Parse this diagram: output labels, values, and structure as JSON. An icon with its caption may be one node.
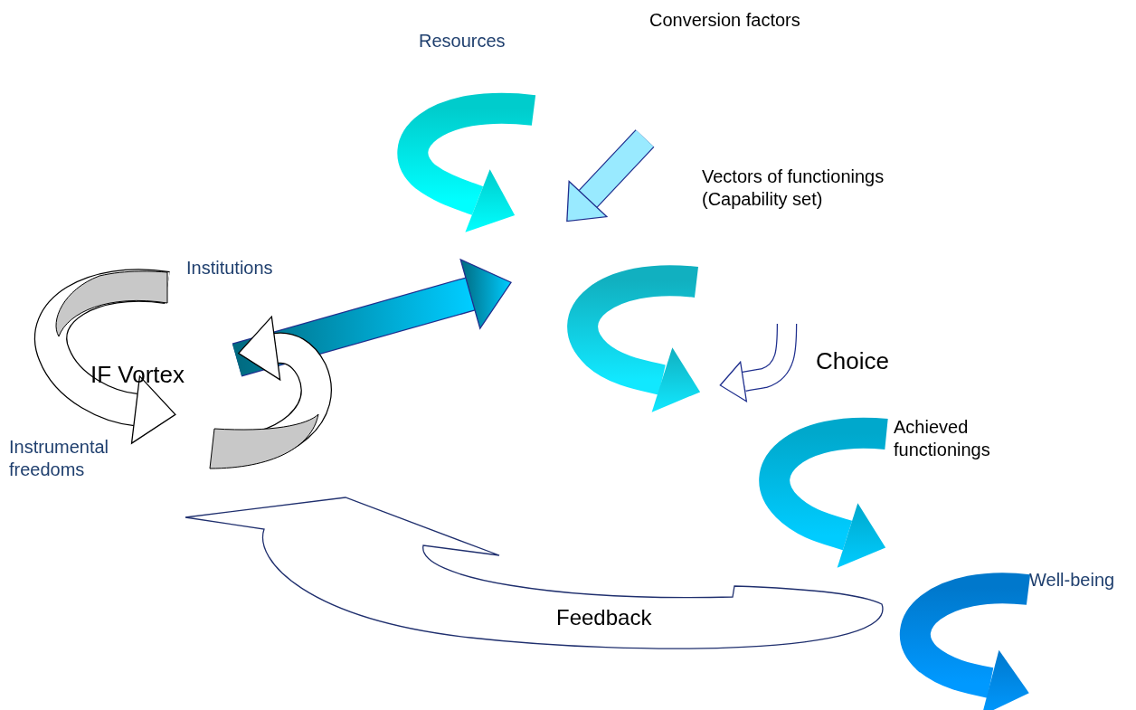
{
  "diagram": {
    "labels": [
      "Conversion factors",
      "Resources",
      "Vectors of functionings (Capability set)",
      "Institutions",
      "IF Vortex",
      "Choice",
      "Instrumental freedoms",
      "Achieved functionings",
      "Feedback",
      "Well-being"
    ]
  }
}
